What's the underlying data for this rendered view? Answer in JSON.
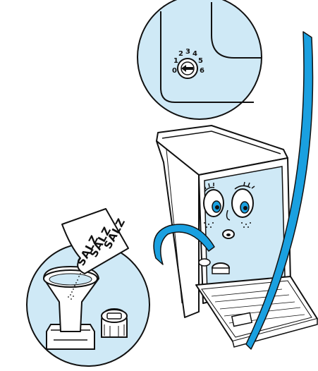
{
  "dial": {
    "numbers": [
      "0",
      "1",
      "2",
      "3",
      "4",
      "5",
      "6"
    ]
  },
  "salt_bag": {
    "lines": [
      "SALZ",
      "SALZ",
      "SALZ"
    ]
  },
  "colors": {
    "outline": "#111111",
    "light_blue": "#cfe9f6",
    "blue_accent": "#1aa0e0",
    "white": "#ffffff"
  }
}
